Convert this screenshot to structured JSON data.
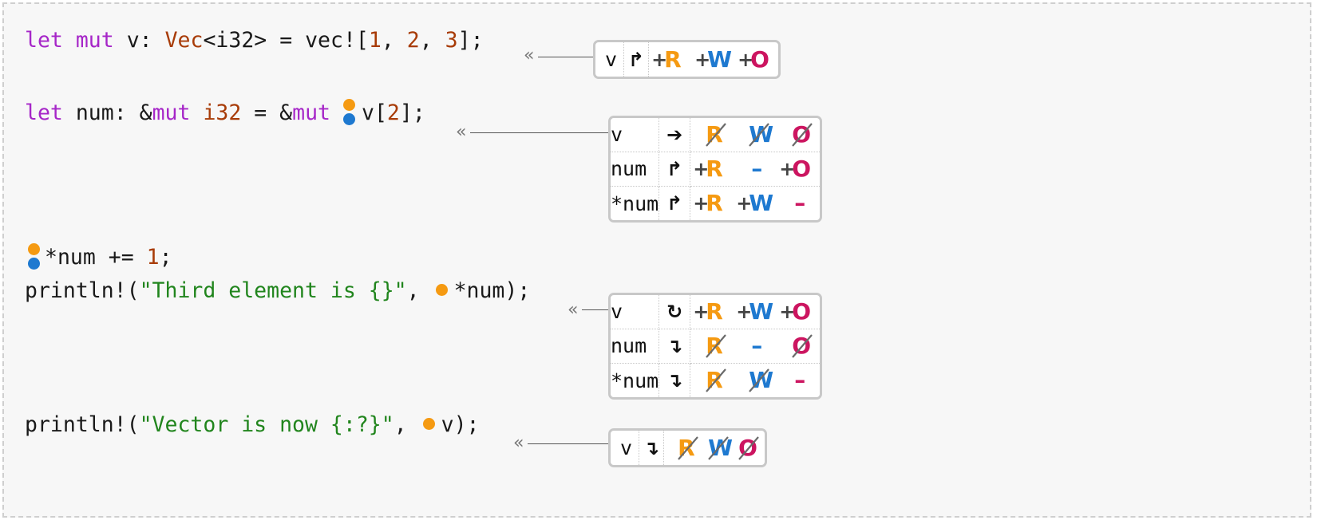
{
  "code": {
    "line1": {
      "let": "let",
      "mut": "mut",
      "var": "v",
      "colon": ": ",
      "type_vec": "Vec",
      "type_arg": "<i32>",
      "eq": " = vec![",
      "n1": "1",
      "c1": ", ",
      "n2": "2",
      "c2": ", ",
      "n3": "3",
      "end": "];"
    },
    "line2": {
      "let": "let",
      "var": "num",
      "colon": ": &",
      "mut": "mut",
      "type": "i32",
      "eq": " = &",
      "mut2": "mut",
      "target": "v[",
      "idx": "2",
      "end": "];"
    },
    "line3": {
      "deref": "*num += ",
      "val": "1",
      "end": ";"
    },
    "line4": {
      "macro": "println!(",
      "str": "\"Third element is {}\"",
      "comma": ", ",
      "arg": "*num",
      "end": ");"
    },
    "line5": {
      "macro": "println!(",
      "str": "\"Vector is now {:?}\"",
      "comma": ", ",
      "arg": "v",
      "end": ");"
    }
  },
  "marker": {
    "chevron": "«"
  },
  "permission_symbols": {
    "plus": "+",
    "dash": "–",
    "R": "R",
    "W": "W",
    "O": "O"
  },
  "boxes": [
    {
      "rows": [
        {
          "var": "v",
          "arrow": "↱",
          "perms": [
            {
              "letter": "R",
              "state": "gain"
            },
            {
              "letter": "W",
              "state": "gain"
            },
            {
              "letter": "O",
              "state": "gain"
            }
          ]
        }
      ]
    },
    {
      "rows": [
        {
          "var": "v",
          "arrow": "➔",
          "perms": [
            {
              "letter": "R",
              "state": "lost"
            },
            {
              "letter": "W",
              "state": "lost"
            },
            {
              "letter": "O",
              "state": "lost"
            }
          ]
        },
        {
          "var": "num",
          "arrow": "↱",
          "perms": [
            {
              "letter": "R",
              "state": "gain"
            },
            {
              "letter": "W",
              "state": "none"
            },
            {
              "letter": "O",
              "state": "gain"
            }
          ]
        },
        {
          "var": "*num",
          "arrow": "↱",
          "perms": [
            {
              "letter": "R",
              "state": "gain"
            },
            {
              "letter": "W",
              "state": "gain"
            },
            {
              "letter": "O",
              "state": "none"
            }
          ]
        }
      ]
    },
    {
      "rows": [
        {
          "var": "v",
          "arrow": "↻",
          "perms": [
            {
              "letter": "R",
              "state": "gain"
            },
            {
              "letter": "W",
              "state": "gain"
            },
            {
              "letter": "O",
              "state": "gain"
            }
          ]
        },
        {
          "var": "num",
          "arrow": "↴",
          "perms": [
            {
              "letter": "R",
              "state": "lost"
            },
            {
              "letter": "W",
              "state": "none"
            },
            {
              "letter": "O",
              "state": "lost"
            }
          ]
        },
        {
          "var": "*num",
          "arrow": "↴",
          "perms": [
            {
              "letter": "R",
              "state": "lost"
            },
            {
              "letter": "W",
              "state": "lost"
            },
            {
              "letter": "O",
              "state": "none"
            }
          ]
        }
      ]
    },
    {
      "rows": [
        {
          "var": "v",
          "arrow": "↴",
          "perms": [
            {
              "letter": "R",
              "state": "lost"
            },
            {
              "letter": "W",
              "state": "lost"
            },
            {
              "letter": "O",
              "state": "lost"
            }
          ]
        }
      ]
    }
  ]
}
